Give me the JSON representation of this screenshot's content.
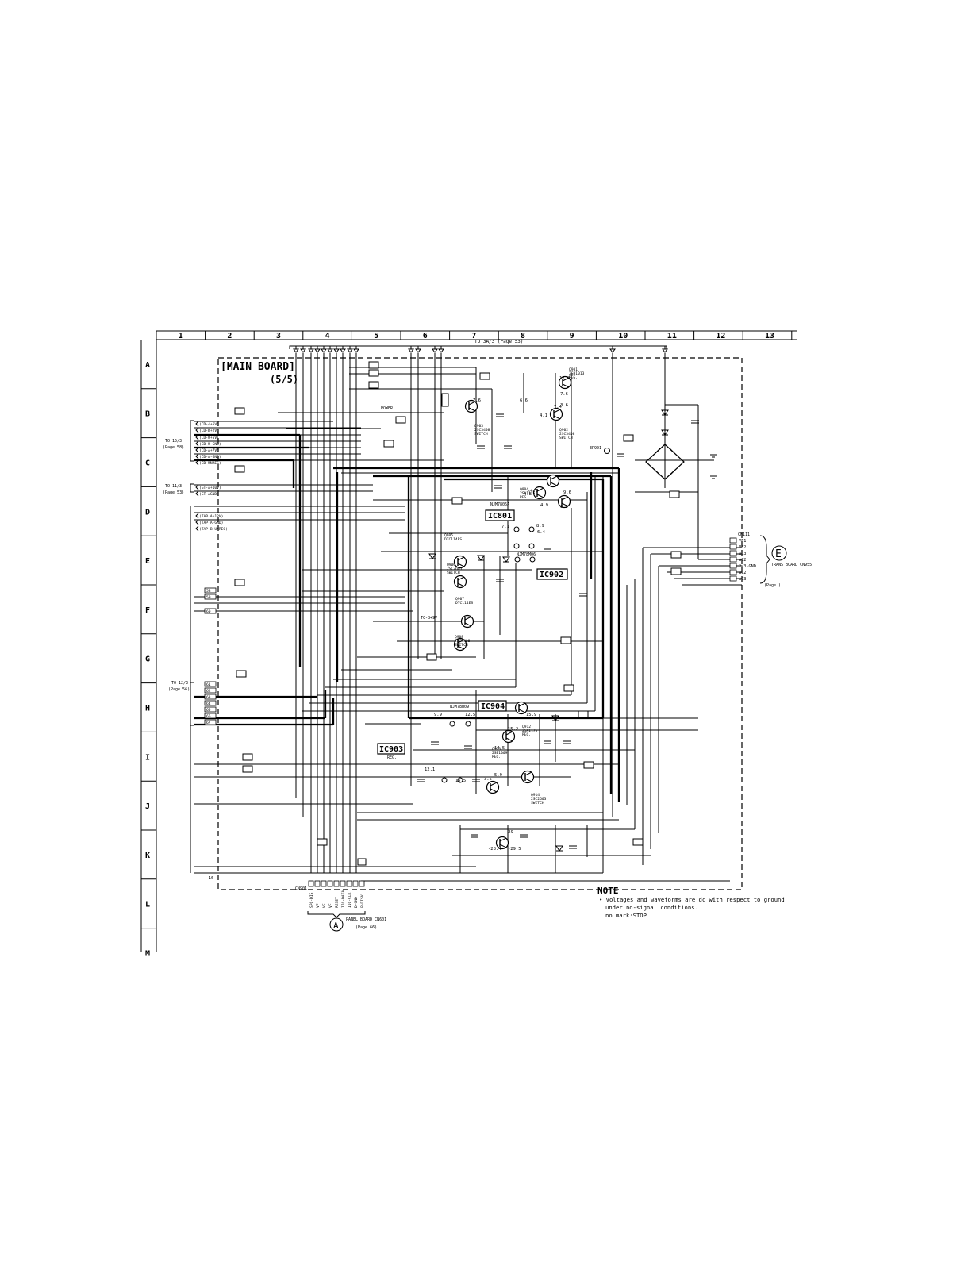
{
  "grid": {
    "columns": [
      "1",
      "2",
      "3",
      "4",
      "5",
      "6",
      "7",
      "8",
      "9",
      "10",
      "11",
      "12",
      "13"
    ],
    "rows": [
      "A",
      "B",
      "C",
      "D",
      "E",
      "F",
      "G",
      "H",
      "I",
      "J",
      "K",
      "L",
      "M"
    ]
  },
  "board": {
    "title": "[MAIN BOARD]",
    "subtitle": "(5/5)"
  },
  "top_connector": {
    "label": "TO 3A/3 (Page 53)"
  },
  "ics": {
    "ic801": {
      "label": "IC801",
      "part": "NJM7806A",
      "note": "REG."
    },
    "ic902": {
      "label": "IC902",
      "part": "NJM78M06",
      "note": "REG."
    },
    "ic903": {
      "label": "IC903",
      "part": "",
      "note": "REG."
    },
    "ic904": {
      "label": "IC904",
      "part": "NJM78M09",
      "note": "REG."
    }
  },
  "transistors": [
    {
      "ref": "Q901",
      "part": "2SB1013",
      "note": "REG."
    },
    {
      "ref": "Q902",
      "part": "2SC3408",
      "note": "SWITCH"
    },
    {
      "ref": "Q903",
      "part": "2SC3408",
      "note": "SWITCH"
    },
    {
      "ref": "Q904",
      "part": "2SA1175",
      "note": "REG."
    },
    {
      "ref": "Q905",
      "part": "DTC114ES",
      "note": ""
    },
    {
      "ref": "Q906",
      "part": "2SC2603",
      "note": "SWITCH"
    },
    {
      "ref": "Q907",
      "part": "DTC114ES",
      "note": ""
    },
    {
      "ref": "Q908",
      "part": "2SC3408",
      "note": "SWITCH"
    },
    {
      "ref": "Q912",
      "part": "2SA1175",
      "note": "REG."
    },
    {
      "ref": "Q913",
      "part": "2SB1009",
      "note": "REG."
    },
    {
      "ref": "Q914",
      "part": "2SC2603",
      "note": "SWITCH"
    }
  ],
  "left_connectors": [
    {
      "label": "TO 15/3",
      "page": "(Page 58)"
    },
    {
      "label": "TO 11/3",
      "page": "(Page 53)"
    },
    {
      "label": "TO 12/3",
      "page": "(Page 56)"
    }
  ],
  "left_nets": [
    "CD-4+5V",
    "CD-B+2V",
    "CD-U+5V",
    "CD-U-GND",
    "CD-A+7V",
    "CD-A-GND",
    "CD-UNREG",
    "GT-A+10V",
    "GT-AGND",
    "TAP-A+12V",
    "TAP-A-GND",
    "TAP-B-UNREG"
  ],
  "pin_numbers": [
    "58",
    "59",
    "60",
    "61",
    "62",
    "63",
    "64",
    "65",
    "66",
    "67"
  ],
  "right_connector": {
    "ref": "CN111",
    "pins": [
      "VF1",
      "VF2",
      "AC3",
      "AC2",
      "2/3-GND",
      "AC2",
      "AC3"
    ],
    "badge": "E",
    "label": "TRANS BOARD CN955",
    "page": "(Page   )"
  },
  "bottom_connector": {
    "ref": "CN901",
    "pins": [
      "SPC-DIS",
      "VF",
      "VF",
      "VF",
      "RESET",
      "IIC-DATA",
      "IIC-CLK",
      "D-GND",
      "P-DISV"
    ],
    "badge": "A",
    "label": "PANEL BOARD CN601",
    "page": "(Page 66)"
  },
  "side_labels": {
    "ep901": "EP901",
    "power": "POWER",
    "tc_b9": "TC-B+9V",
    "note_pin": "16"
  },
  "note": {
    "heading": "NOTE",
    "lines": [
      "• Voltages and waveforms are dc with respect to ground",
      "under no-signal conditions.",
      "no mark:STOP"
    ]
  },
  "voltages": [
    "7.6",
    "6.6",
    "7.6",
    "3.6",
    "4.1",
    "7.4",
    "12.9",
    "4.8",
    "4.9",
    "6.9",
    "9.9",
    "12.5",
    "5.9",
    "15.9",
    "15.2",
    "14.5",
    "12.1",
    "15.5",
    "3.5",
    "-29",
    "-28.4",
    "-29.5",
    "7.1",
    "8.9",
    "6.4",
    "-4.8",
    "9.6"
  ]
}
